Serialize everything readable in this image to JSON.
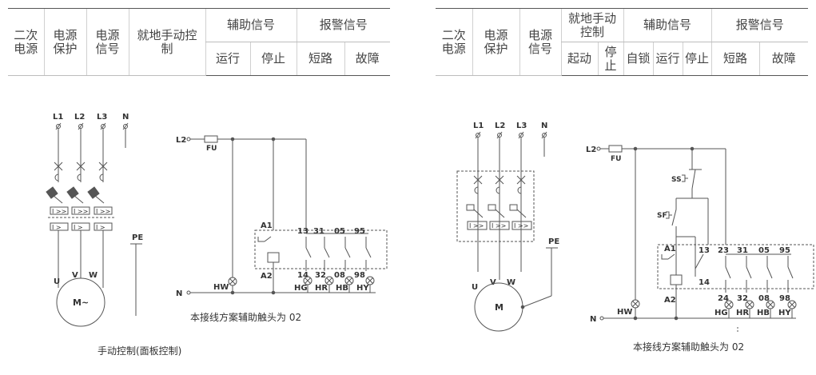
{
  "table_left": {
    "rowhead": [
      "二次\n电源",
      "电源\n保护",
      "电源\n信号",
      "就地手动控\n制"
    ],
    "group_aux": "辅助信号",
    "group_alarm": "报警信号",
    "aux": [
      "运行",
      "停止"
    ],
    "alarm": [
      "短路",
      "故障"
    ]
  },
  "table_right": {
    "rowhead": [
      "二次\n电源",
      "电源\n保护",
      "电源\n信号"
    ],
    "group_local": "就地手动\n控制",
    "group_aux": "辅助信号",
    "group_alarm": "报警信号",
    "local": [
      "起动",
      "停\n止"
    ],
    "aux": [
      "自锁",
      "运行",
      "停止"
    ],
    "alarm": [
      "短路",
      "故障"
    ]
  },
  "left": {
    "phases": [
      "L1",
      "L2",
      "L3",
      "N"
    ],
    "relay1": "I >>",
    "relay2": "I >",
    "pe": "PE",
    "terms": [
      "U",
      "V",
      "W"
    ],
    "motor": "M~",
    "l2": "L2",
    "fu": "FU",
    "n": "N",
    "hw": "HW",
    "a1": "A1",
    "a2": "A2",
    "top": [
      "13",
      "31",
      "05",
      "95"
    ],
    "bot": [
      "14",
      "32",
      "08",
      "98"
    ],
    "lamps": [
      "HG",
      "HR",
      "HB",
      "HY"
    ],
    "note": "本接线方案辅助触头为 02",
    "caption": "手动控制(面板控制)"
  },
  "right": {
    "phases": [
      "L1",
      "L2",
      "L3",
      "N"
    ],
    "relay": "I >>",
    "pe": "PE",
    "terms": [
      "U",
      "V",
      "W"
    ],
    "motor": "M",
    "l2": "L2",
    "fu": "FU",
    "n": "N",
    "hw": "HW",
    "ss": "SS",
    "sf": "SF",
    "a1": "A1",
    "a2": "A2",
    "c13": "13",
    "c14": "14",
    "top": [
      "23",
      "31",
      "05",
      "95"
    ],
    "bot": [
      "24",
      "32",
      "08",
      "98"
    ],
    "lamps": [
      "HG",
      "HR",
      "HB",
      "HY"
    ],
    "note": "本接线方案辅助触头为 02"
  }
}
